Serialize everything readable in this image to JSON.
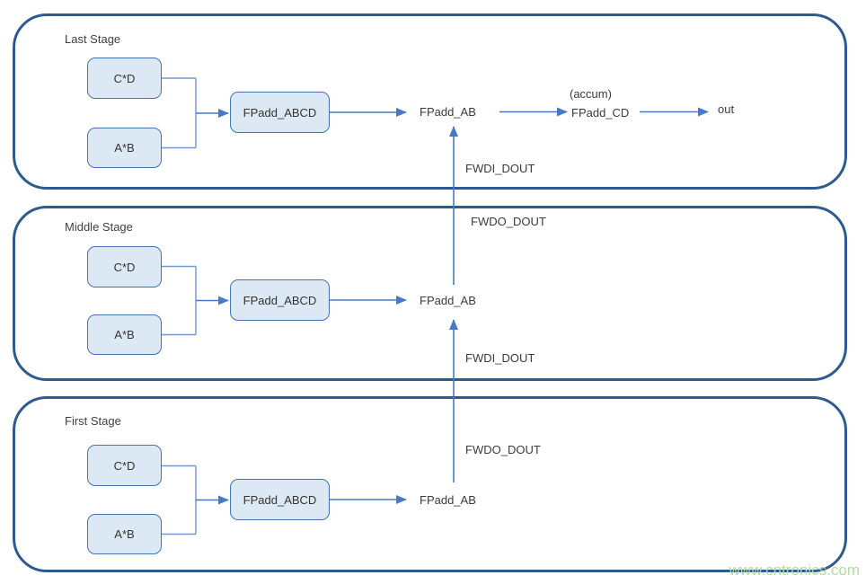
{
  "diagram": {
    "stages": [
      {
        "title": "Last Stage",
        "multiplier_top": "C*D",
        "multiplier_bottom": "A*B",
        "adder_abcd": "FPadd_ABCD",
        "adder_ab": "FPadd_AB",
        "fwdi_label": "FWDI_DOUT",
        "accum_note": "(accum)",
        "adder_cd": "FPadd_CD",
        "output_label": "out"
      },
      {
        "title": "Middle Stage",
        "multiplier_top": "C*D",
        "multiplier_bottom": "A*B",
        "adder_abcd": "FPadd_ABCD",
        "adder_ab": "FPadd_AB",
        "fwdo_label": "FWDO_DOUT",
        "fwdi_label": "FWDI_DOUT"
      },
      {
        "title": "First Stage",
        "multiplier_top": "C*D",
        "multiplier_bottom": "A*B",
        "adder_abcd": "FPadd_ABCD",
        "adder_ab": "FPadd_AB",
        "fwdo_label": "FWDO_DOUT"
      }
    ],
    "colors": {
      "stage_border": "#2e5b8f",
      "box_border": "#4173b5",
      "box_fill": "#dce9f5",
      "arrow": "#4878c8",
      "thin_connector": "#6f9ad0",
      "text": "#3b3b3b",
      "watermark": "#aedd9a"
    },
    "watermark": "www.cntronics.com"
  }
}
